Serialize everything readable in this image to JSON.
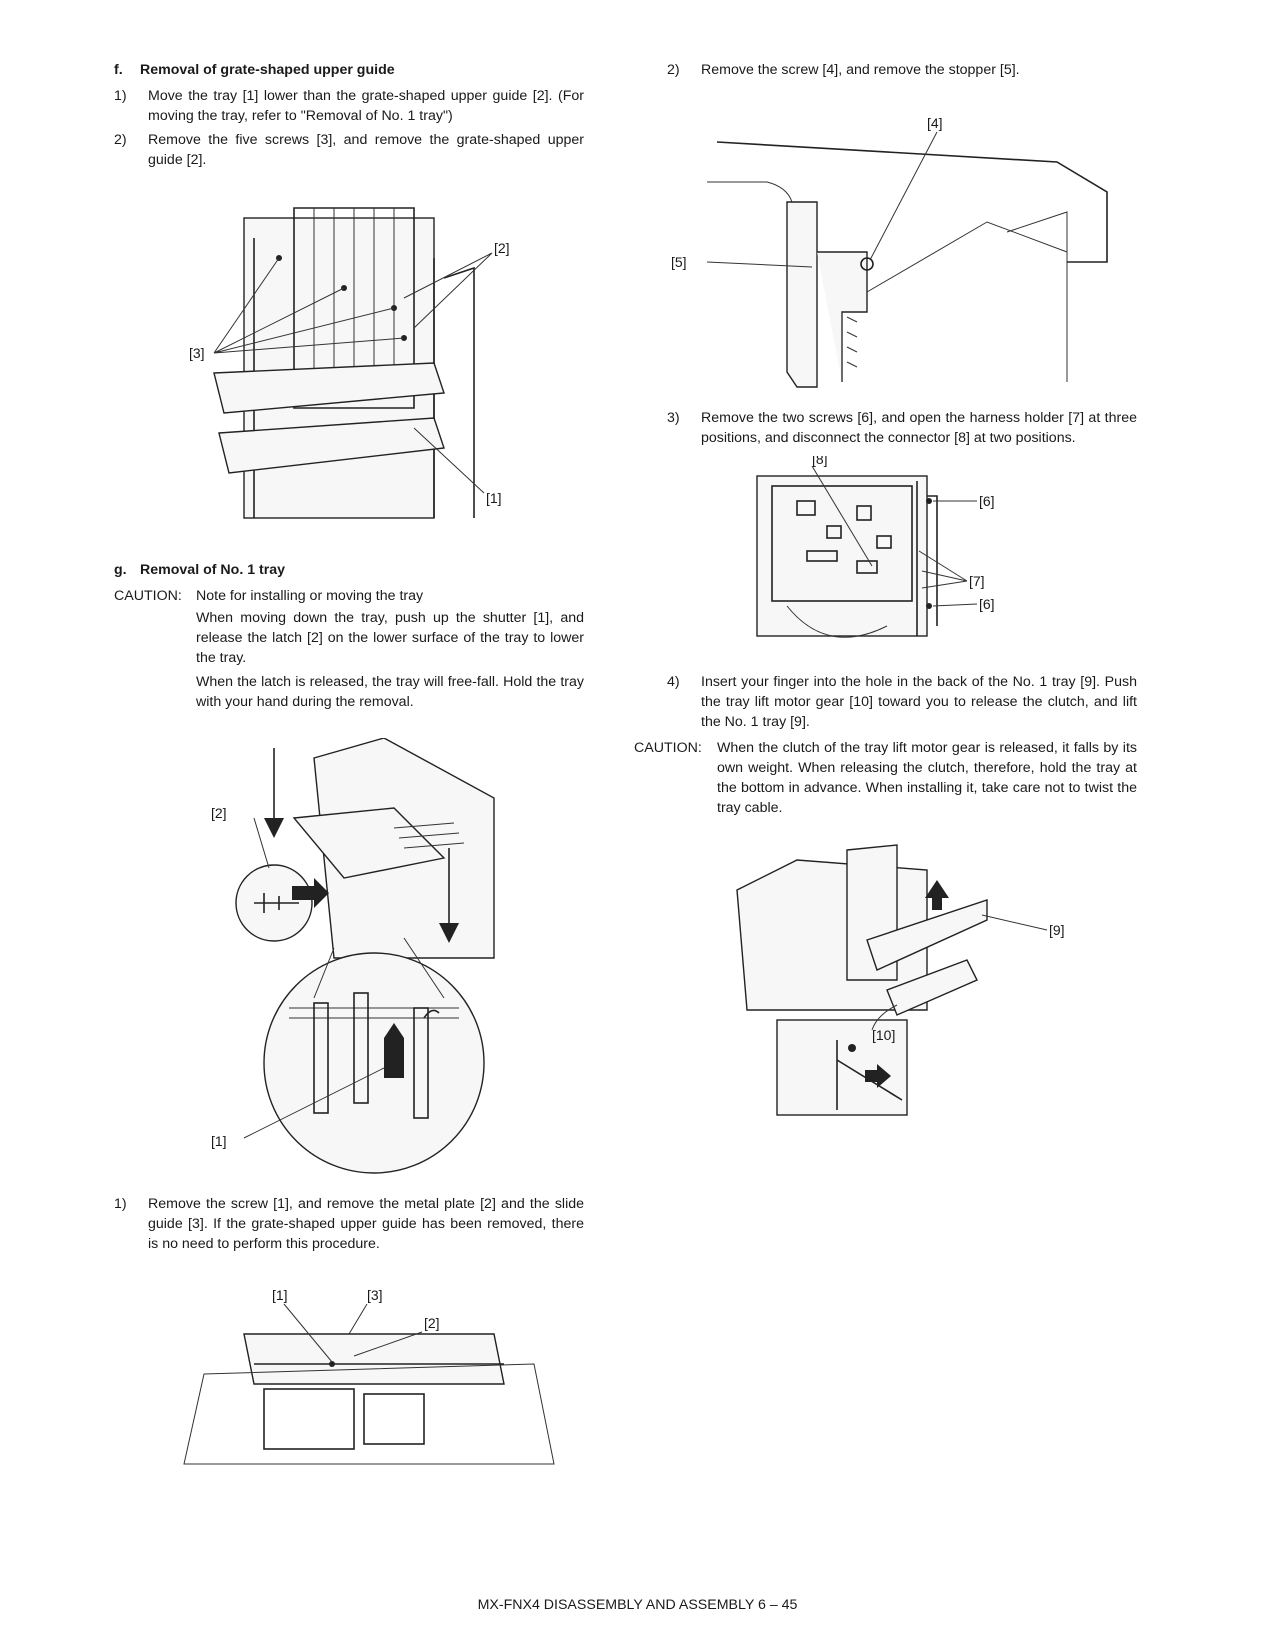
{
  "left": {
    "section_f": {
      "label": "f.",
      "title": "Removal of grate-shaped upper guide",
      "steps": [
        {
          "num": "1)",
          "text": "Move the tray [1] lower than the grate-shaped upper guide [2]. (For moving the tray, refer to \"Removal of No. 1 tray\")"
        },
        {
          "num": "2)",
          "text": "Remove the five screws [3], and remove the grate-shaped upper guide [2]."
        }
      ],
      "figure_labels": {
        "l2": "[2]",
        "l3": "[3]",
        "l1": "[1]"
      }
    },
    "section_g": {
      "label": "g.",
      "title": "Removal of No. 1 tray",
      "caution_label": "CAUTION:",
      "caution_first": "Note for installing or moving the tray",
      "caution_para1": "When moving down the tray, push up the shutter [1], and release the latch [2] on the lower surface of the tray to lower the tray.",
      "caution_para2": "When the latch is released, the tray will free-fall. Hold the tray with your hand during the removal.",
      "figure_labels": {
        "l2": "[2]",
        "l1": "[1]"
      },
      "step1": {
        "num": "1)",
        "text": "Remove the screw [1], and remove the metal plate [2] and the slide guide [3]. If the grate-shaped upper guide has been removed, there is no need to perform this procedure."
      },
      "figure2_labels": {
        "l1": "[1]",
        "l3": "[3]",
        "l2": "[2]"
      }
    }
  },
  "right": {
    "step2": {
      "num": "2)",
      "text": "Remove the screw [4], and remove the stopper [5]."
    },
    "fig_a_labels": {
      "l4": "[4]",
      "l5": "[5]"
    },
    "step3": {
      "num": "3)",
      "text": "Remove the two screws [6], and open the harness holder [7] at three positions, and disconnect the connector [8] at two positions."
    },
    "fig_b_labels": {
      "l8": "[8]",
      "l6a": "[6]",
      "l7": "[7]",
      "l6b": "[6]"
    },
    "step4": {
      "num": "4)",
      "text": "Insert your finger into the hole in the back of the No. 1 tray [9]. Push the tray lift motor gear [10] toward you to release the clutch, and lift the No. 1 tray [9]."
    },
    "caution": {
      "label": "CAUTION:",
      "text": "When the clutch of the tray lift motor gear is released, it falls by its own weight. When releasing the clutch, therefore, hold the tray at the bottom in advance. When installing it, take care not to twist the tray cable."
    },
    "fig_c_labels": {
      "l9": "[9]",
      "l10": "[10]"
    }
  },
  "footer": "MX-FNX4  DISASSEMBLY AND ASSEMBLY  6 – 45"
}
